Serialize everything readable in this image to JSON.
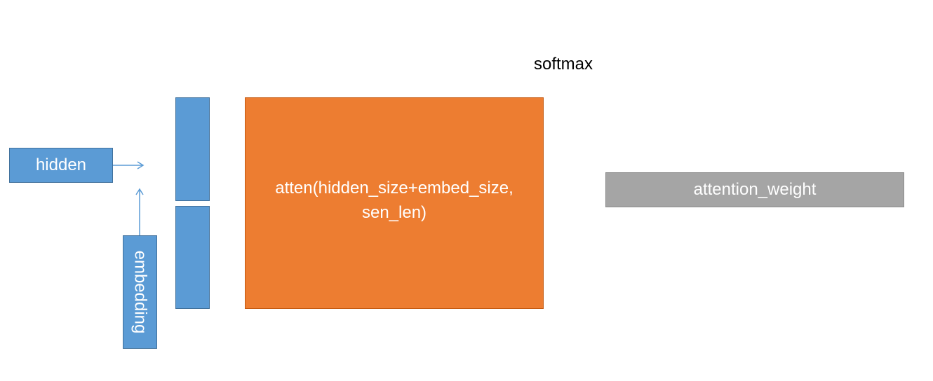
{
  "colors": {
    "blue_fill": "#5b9bd5",
    "orange_fill": "#ed7d31",
    "gray_fill": "#a5a5a5",
    "arrow": "#5b9bd5"
  },
  "nodes": {
    "hidden": "hidden",
    "embedding": "embedding",
    "atten": "atten(hidden_size+embed_size, sen_len)",
    "attention_weight": "attention_weight"
  },
  "labels": {
    "softmax": "softmax"
  }
}
